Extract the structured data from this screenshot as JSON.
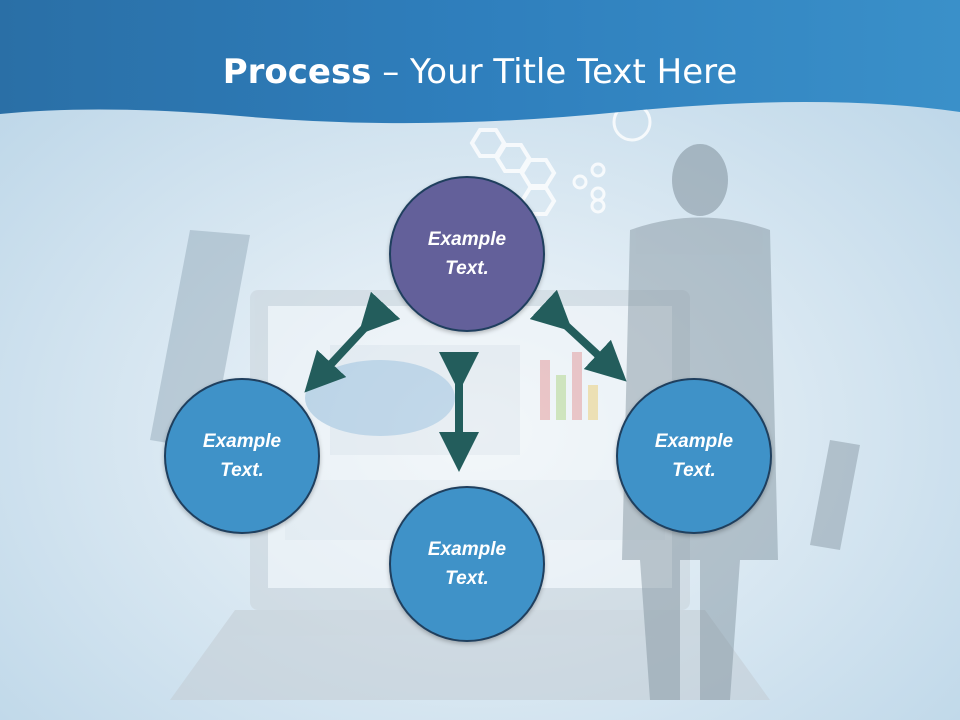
{
  "slide": {
    "title_bold": "Process",
    "title_rest": " – Your Title Text Here"
  },
  "colors": {
    "header_blue": "#2d7fbd",
    "center_node": "#63609a",
    "side_node": "#3f92c8",
    "arrow": "#235d5c"
  },
  "nodes": [
    {
      "line1": "Example",
      "line2": "Text."
    },
    {
      "line1": "Example",
      "line2": "Text."
    },
    {
      "line1": "Example",
      "line2": "Text."
    },
    {
      "line1": "Example",
      "line2": "Text."
    }
  ]
}
